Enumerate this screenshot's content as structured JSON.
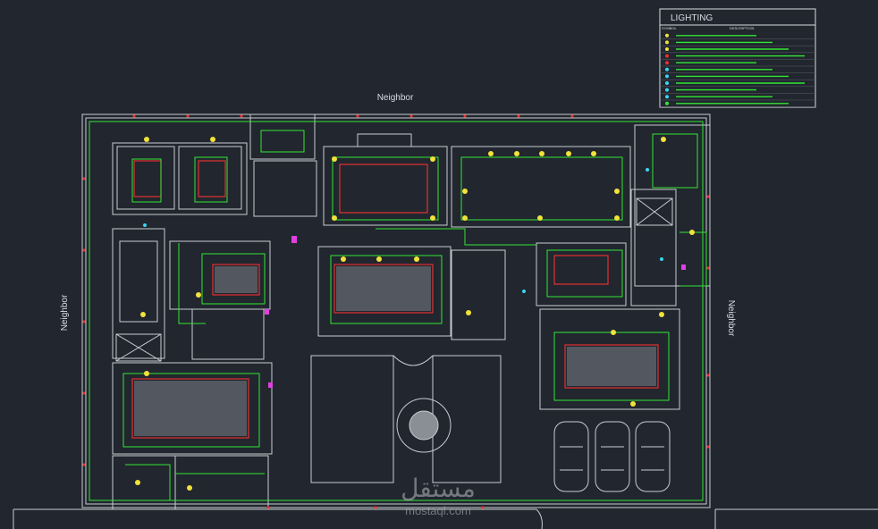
{
  "labels": {
    "neighbor_top": "Neighbor",
    "neighbor_left": "Neighbor",
    "neighbor_right": "Neighbor"
  },
  "legend": {
    "title": "LIGHTING",
    "col_symbol": "SYMBOL",
    "col_description": "DESCRIPTION",
    "rows": 11
  },
  "watermark": {
    "arabic": "مستقل",
    "latin": "mostaql.com"
  },
  "colors": {
    "background": "#21262f",
    "walls": "#c9ccd1",
    "wiring": "#33e633",
    "ceiling_outline": "#e53030",
    "fixtures": "#f2e23a"
  }
}
